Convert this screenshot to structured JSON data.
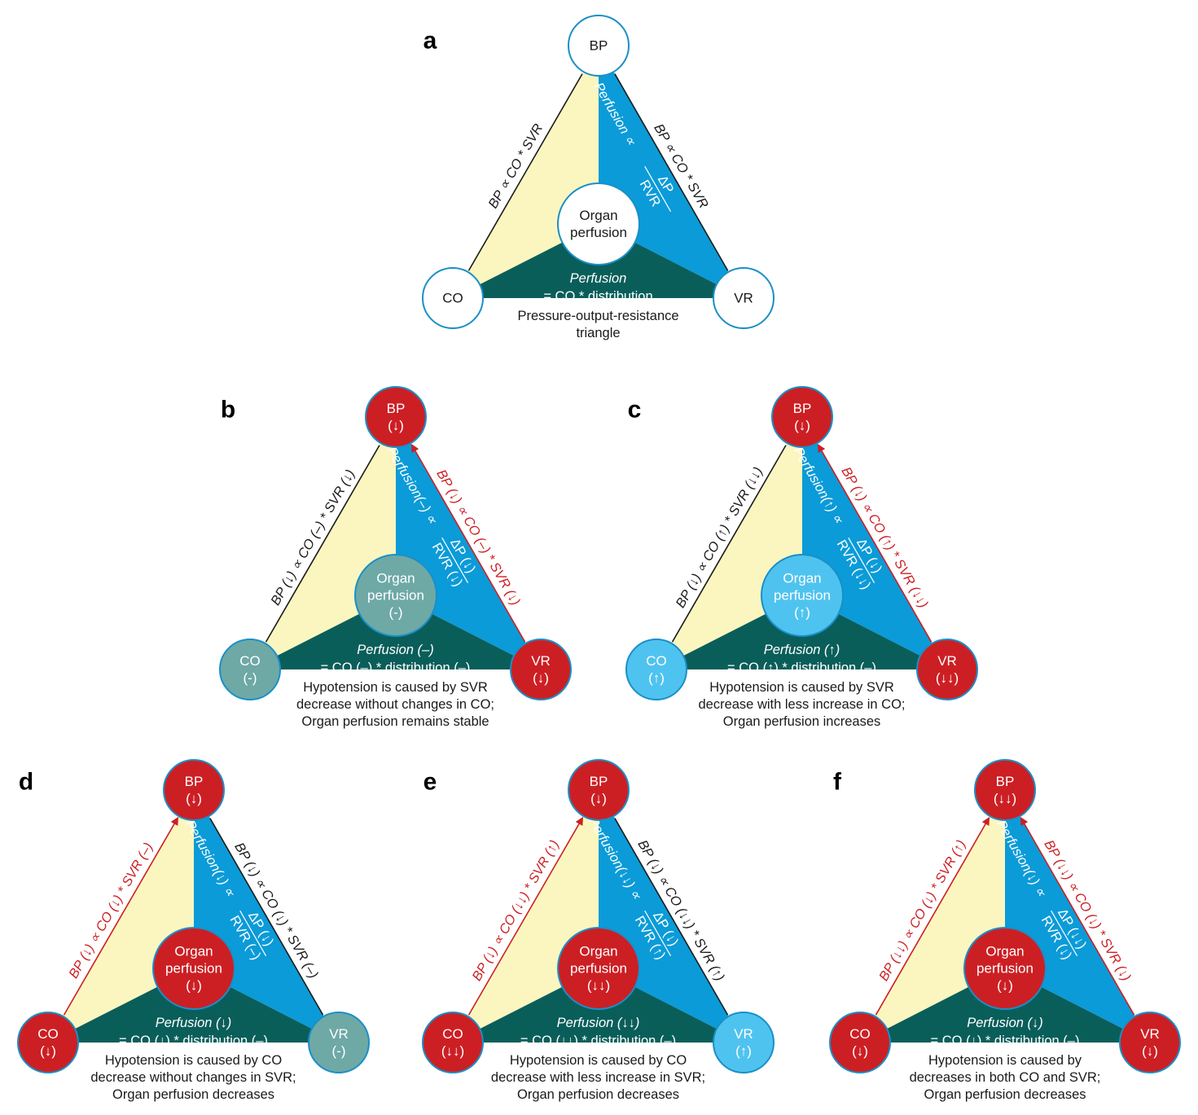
{
  "colors": {
    "yellow": "#fbf6bf",
    "blue": "#0b9bd8",
    "dark": "#0a5e5a",
    "red": "#cc1f24",
    "teal": "#6ea9a6",
    "light_blue": "#4fc3ef",
    "white": "#ffffff",
    "outline": "#1a8fc8",
    "black": "#1a1a1a"
  },
  "panels": [
    {
      "label": "a",
      "nodes": {
        "bp": {
          "lines": [
            "BP"
          ],
          "fill": "white"
        },
        "co": {
          "lines": [
            "CO"
          ],
          "fill": "white"
        },
        "vr": {
          "lines": [
            "VR"
          ],
          "fill": "white"
        },
        "organ": {
          "lines": [
            "Organ",
            "perfusion"
          ],
          "fill": "white"
        }
      },
      "left_edge": {
        "text": "BP ∝ CO * SVR",
        "color": "black",
        "arrow": false
      },
      "right_edge": {
        "text": "BP ∝ CO * SVR",
        "color": "black",
        "arrow": false
      },
      "blue_text": {
        "main": "Perfusion ∝",
        "num": "ΔP",
        "den": "RVR"
      },
      "bottom_text": [
        "Perfusion",
        "= CO * distribution"
      ],
      "caption": [
        "Pressure-output-resistance",
        "triangle"
      ]
    },
    {
      "label": "b",
      "nodes": {
        "bp": {
          "lines": [
            "BP",
            "(↓)"
          ],
          "fill": "red"
        },
        "co": {
          "lines": [
            "CO",
            "(-)"
          ],
          "fill": "teal"
        },
        "vr": {
          "lines": [
            "VR",
            "(↓)"
          ],
          "fill": "red"
        },
        "organ": {
          "lines": [
            "Organ",
            "perfusion",
            "(-)"
          ],
          "fill": "teal"
        }
      },
      "left_edge": {
        "text": "BP (↓) ∝ CO (–) * SVR (↓)",
        "color": "black",
        "arrow": false
      },
      "right_edge": {
        "text": "BP (↓) ∝ CO (–) * SVR (↓)",
        "color": "red",
        "arrow": true
      },
      "blue_text": {
        "main": "Perfusion(–) ∝",
        "num": "ΔP (↓)",
        "den": "RVR (↓)"
      },
      "bottom_text": [
        "Perfusion (–)",
        "= CO (–) * distribution (–)"
      ],
      "caption": [
        "Hypotension is caused by SVR",
        "decrease without changes in CO;",
        "Organ perfusion remains stable"
      ]
    },
    {
      "label": "c",
      "nodes": {
        "bp": {
          "lines": [
            "BP",
            "(↓)"
          ],
          "fill": "red"
        },
        "co": {
          "lines": [
            "CO",
            "(↑)"
          ],
          "fill": "light_blue"
        },
        "vr": {
          "lines": [
            "VR",
            "(↓↓)"
          ],
          "fill": "red"
        },
        "organ": {
          "lines": [
            "Organ",
            "perfusion",
            "(↑)"
          ],
          "fill": "light_blue"
        }
      },
      "left_edge": {
        "text": "BP (↓) ∝ CO (↑) * SVR (↓↓)",
        "color": "black",
        "arrow": false
      },
      "right_edge": {
        "text": "BP (↓) ∝ CO (↑) * SVR (↓↓)",
        "color": "red",
        "arrow": true
      },
      "blue_text": {
        "main": "Perfusion(↑) ∝",
        "num": "ΔP (↓)",
        "den": "RVR (↓↓)"
      },
      "bottom_text": [
        "Perfusion (↑)",
        "= CO (↑) * distribution (–)"
      ],
      "caption": [
        "Hypotension is caused by SVR",
        "decrease with less increase in CO;",
        "Organ perfusion increases"
      ]
    },
    {
      "label": "d",
      "nodes": {
        "bp": {
          "lines": [
            "BP",
            "(↓)"
          ],
          "fill": "red"
        },
        "co": {
          "lines": [
            "CO",
            "(↓)"
          ],
          "fill": "red"
        },
        "vr": {
          "lines": [
            "VR",
            "(-)"
          ],
          "fill": "teal"
        },
        "organ": {
          "lines": [
            "Organ",
            "perfusion",
            "(↓)"
          ],
          "fill": "red"
        }
      },
      "left_edge": {
        "text": "BP (↓) ∝ CO (↓) * SVR (–)",
        "color": "red",
        "arrow": true
      },
      "right_edge": {
        "text": "BP (↓) ∝ CO (↓) * SVR (–)",
        "color": "black",
        "arrow": false
      },
      "blue_text": {
        "main": "Perfusion(↓) ∝",
        "num": "ΔP (↓)",
        "den": "RVR (–)"
      },
      "bottom_text": [
        "Perfusion (↓)",
        "= CO (↓) * distribution (–)"
      ],
      "caption": [
        "Hypotension is caused by CO",
        "decrease without changes in SVR;",
        "Organ perfusion decreases"
      ]
    },
    {
      "label": "e",
      "nodes": {
        "bp": {
          "lines": [
            "BP",
            "(↓)"
          ],
          "fill": "red"
        },
        "co": {
          "lines": [
            "CO",
            "(↓↓)"
          ],
          "fill": "red"
        },
        "vr": {
          "lines": [
            "VR",
            "(↑)"
          ],
          "fill": "light_blue"
        },
        "organ": {
          "lines": [
            "Organ",
            "perfusion",
            "(↓↓)"
          ],
          "fill": "red"
        }
      },
      "left_edge": {
        "text": "BP (↓) ∝ CO (↓↓) * SVR (↑)",
        "color": "red",
        "arrow": true
      },
      "right_edge": {
        "text": "BP (↓) ∝ CO (↓↓) * SVR (↑)",
        "color": "black",
        "arrow": false
      },
      "blue_text": {
        "main": "Perfusion(↓↓) ∝",
        "num": "ΔP (↓)",
        "den": "RVR (↑)"
      },
      "bottom_text": [
        "Perfusion (↓↓)",
        "= CO (↓↓) * distribution (–)"
      ],
      "caption": [
        "Hypotension is caused by CO",
        "decrease with less increase in SVR;",
        "Organ perfusion decreases"
      ]
    },
    {
      "label": "f",
      "nodes": {
        "bp": {
          "lines": [
            "BP",
            "(↓↓)"
          ],
          "fill": "red"
        },
        "co": {
          "lines": [
            "CO",
            "(↓)"
          ],
          "fill": "red"
        },
        "vr": {
          "lines": [
            "VR",
            "(↓)"
          ],
          "fill": "red"
        },
        "organ": {
          "lines": [
            "Organ",
            "perfusion",
            "(↓)"
          ],
          "fill": "red"
        }
      },
      "left_edge": {
        "text": "BP (↓↓) ∝ CO (↓) * SVR (↑)",
        "color": "red",
        "arrow": true
      },
      "right_edge": {
        "text": "BP (↓↓) ∝ CO (↓) * SVR (↓)",
        "color": "red",
        "arrow": true
      },
      "blue_text": {
        "main": "Perfusion(↓) ∝",
        "num": "ΔP (↓↓)",
        "den": "RVR (↓)"
      },
      "bottom_text": [
        "Perfusion (↓)",
        "= CO (↓) * distribution (–)"
      ],
      "caption": [
        "Hypotension is caused by",
        "decreases in both CO and SVR;",
        "Organ perfusion decreases"
      ]
    }
  ]
}
